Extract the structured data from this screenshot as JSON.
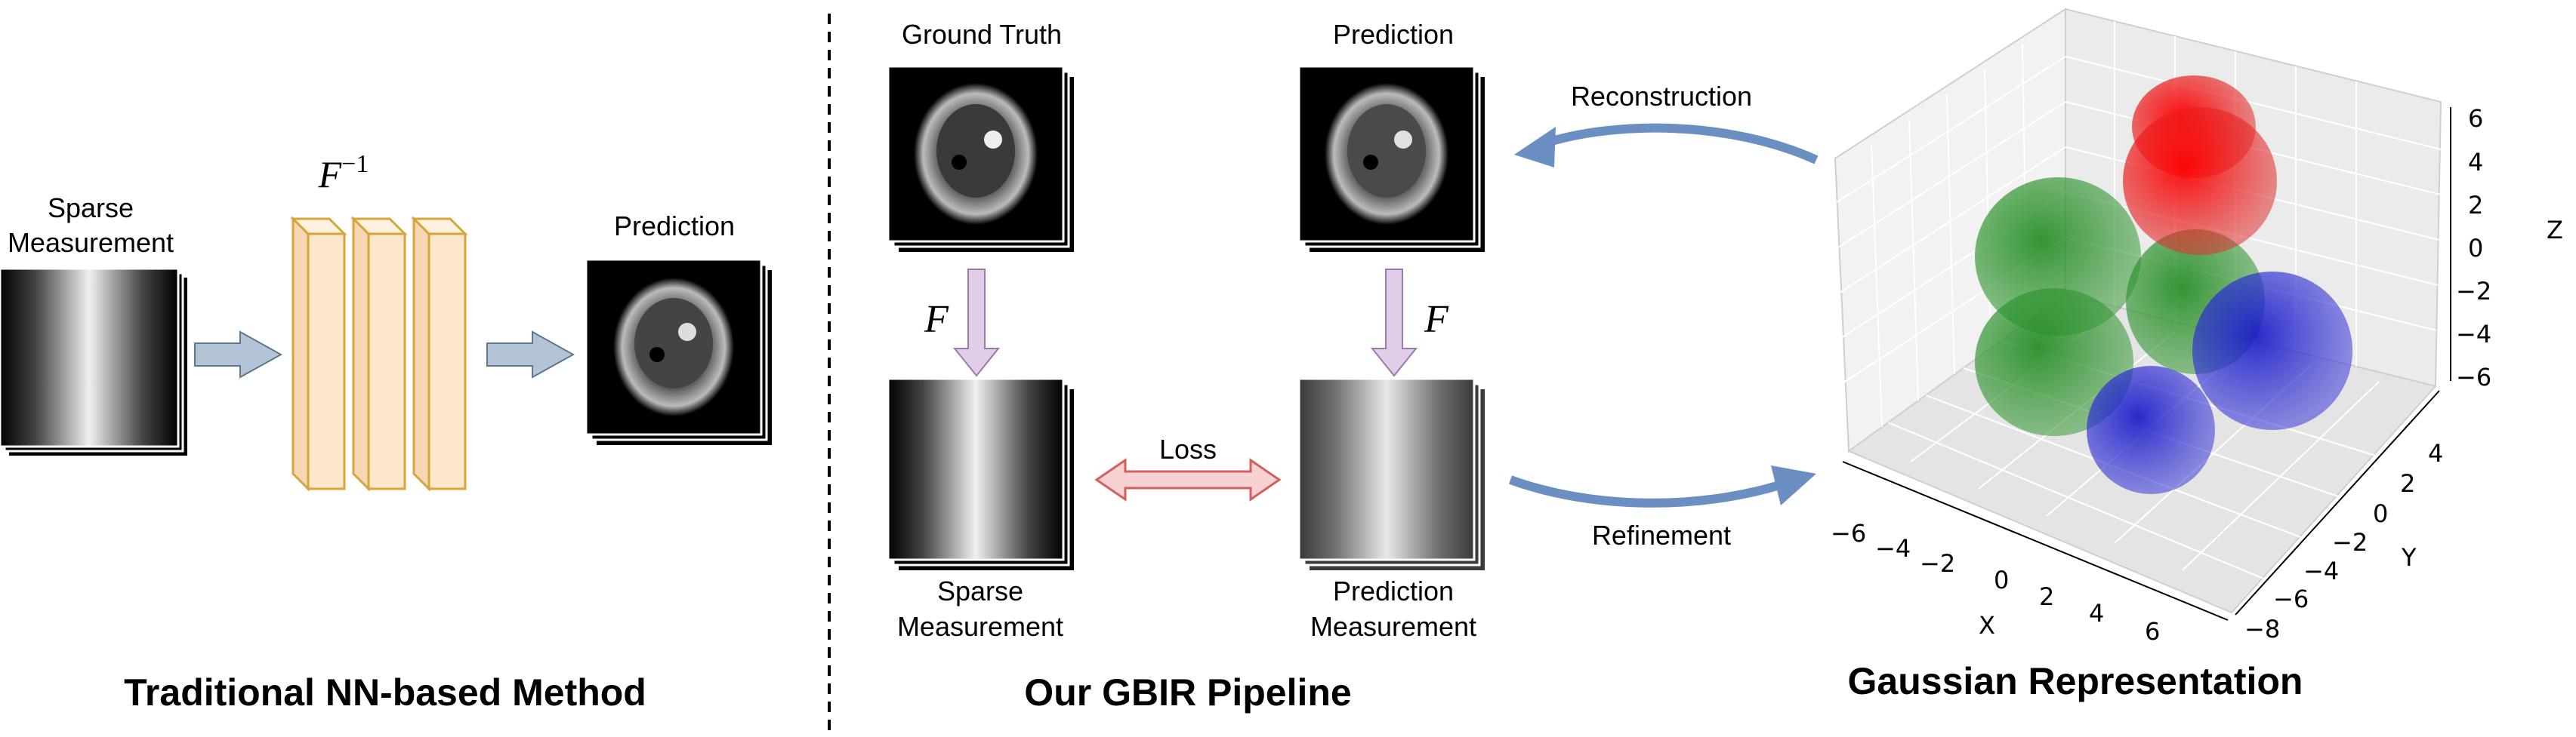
{
  "left_panel": {
    "input_label_line1": "Sparse",
    "input_label_line2": "Measurement",
    "operator_symbol": "F",
    "operator_superscript": "−1",
    "output_label": "Prediction",
    "title": "Traditional NN-based Method"
  },
  "middle_panel": {
    "ground_truth_label": "Ground Truth",
    "prediction_label": "Prediction",
    "forward_op_left": "F",
    "forward_op_right": "F",
    "loss_label": "Loss",
    "sparse_label_line1": "Sparse",
    "sparse_label_line2": "Measurement",
    "pred_meas_label_line1": "Prediction",
    "pred_meas_label_line2": "Measurement",
    "title": "Our GBIR Pipeline"
  },
  "connectors": {
    "reconstruction_label": "Reconstruction",
    "refinement_label": "Refinement"
  },
  "right_panel": {
    "title": "Gaussian Representation",
    "z_axis_label": "Z",
    "y_axis_label": "Y",
    "x_axis_label": "X",
    "z_ticks": [
      "6",
      "4",
      "2",
      "0",
      "−2",
      "−4",
      "−6"
    ],
    "y_ticks": [
      "4",
      "2",
      "0",
      "−2",
      "−4",
      "−6",
      "−8"
    ],
    "x_ticks": [
      "−6",
      "−4",
      "−2",
      "0",
      "2",
      "4",
      "6"
    ],
    "gaussians": [
      {
        "color": "green"
      },
      {
        "color": "green"
      },
      {
        "color": "green"
      },
      {
        "color": "red"
      },
      {
        "color": "red"
      },
      {
        "color": "blue"
      },
      {
        "color": "blue"
      }
    ]
  },
  "colors": {
    "nn_block_fill": "#fde6cc",
    "nn_block_stroke": "#d8a53a",
    "small_arrow": "#b3c4d6",
    "forward_arrow": "#e2cde9",
    "loss_arrow": "#f8d2d2",
    "curve_arrow": "#6b8fc2"
  }
}
